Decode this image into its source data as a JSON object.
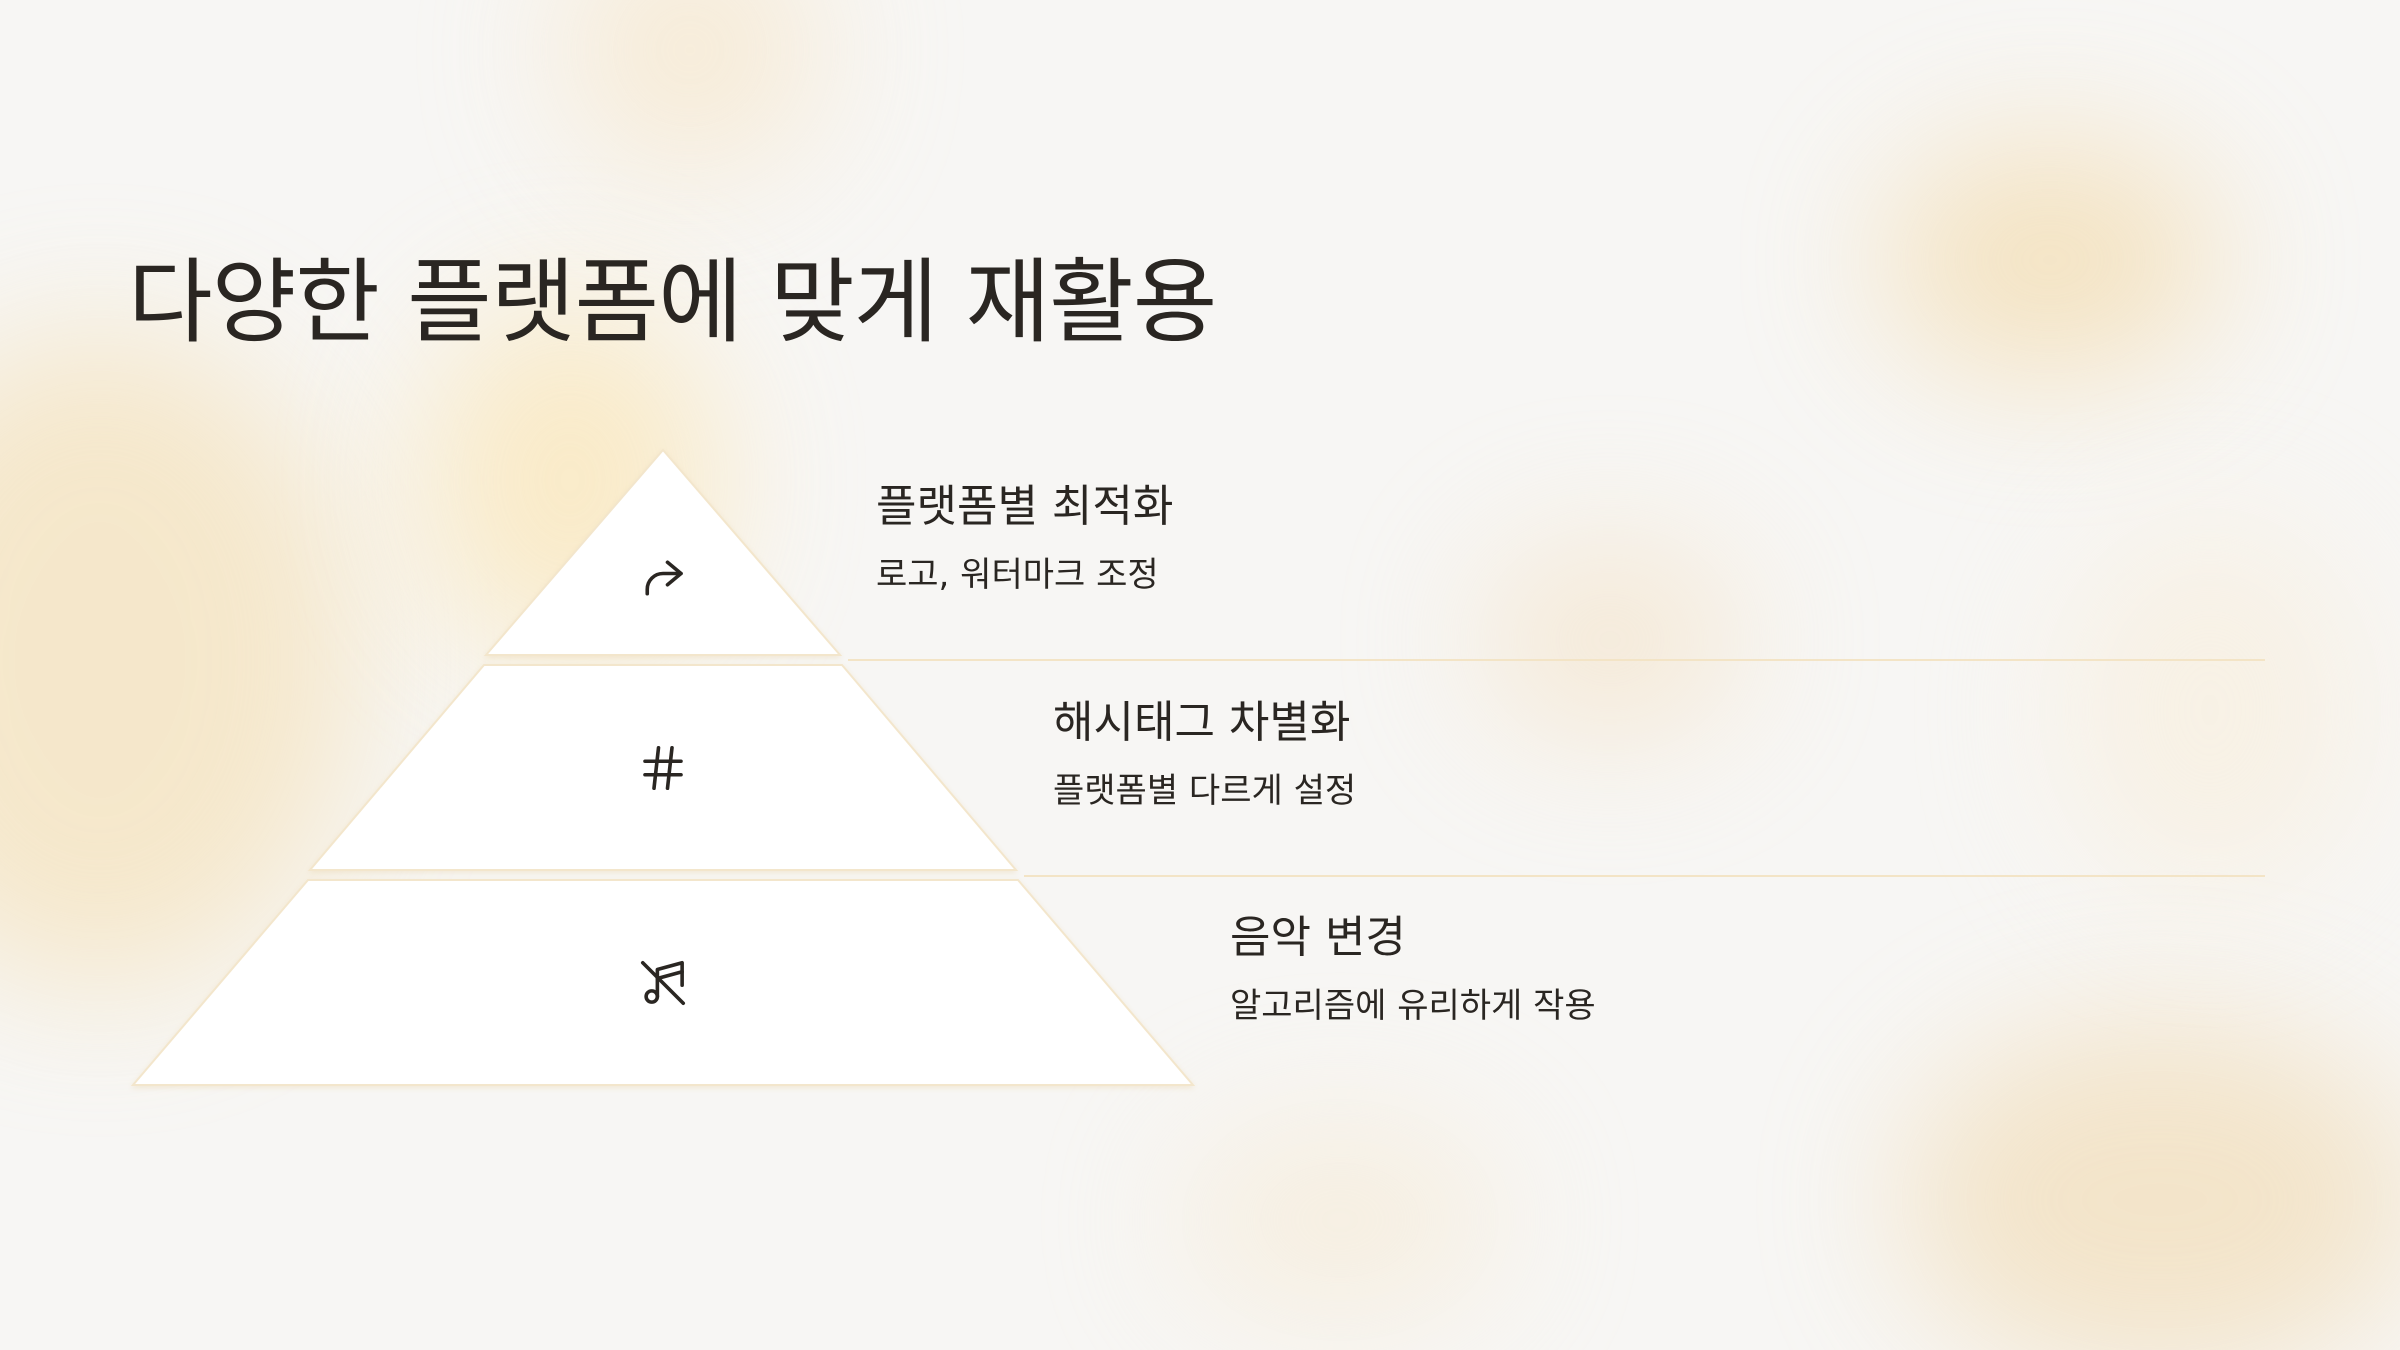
{
  "slide": {
    "title": "다양한 플랫폼에 맞게 재활용"
  },
  "pyramid": {
    "tiers": [
      {
        "icon": "share-arrow-icon",
        "heading": "플랫폼별 최적화",
        "description": "로고, 워터마크 조정"
      },
      {
        "icon": "hashtag-icon",
        "heading": "해시태그 차별화",
        "description": "플랫폼별 다르게 설정"
      },
      {
        "icon": "music-off-icon",
        "heading": "음악 변경",
        "description": "알고리즘에 유리하게 작용"
      }
    ]
  },
  "colors": {
    "background": "#f7f6f4",
    "tier_fill": "#ffffff",
    "tier_border": "#f3e6cc",
    "accent_gold": "#f0d9a8",
    "text": "#2a2622"
  }
}
